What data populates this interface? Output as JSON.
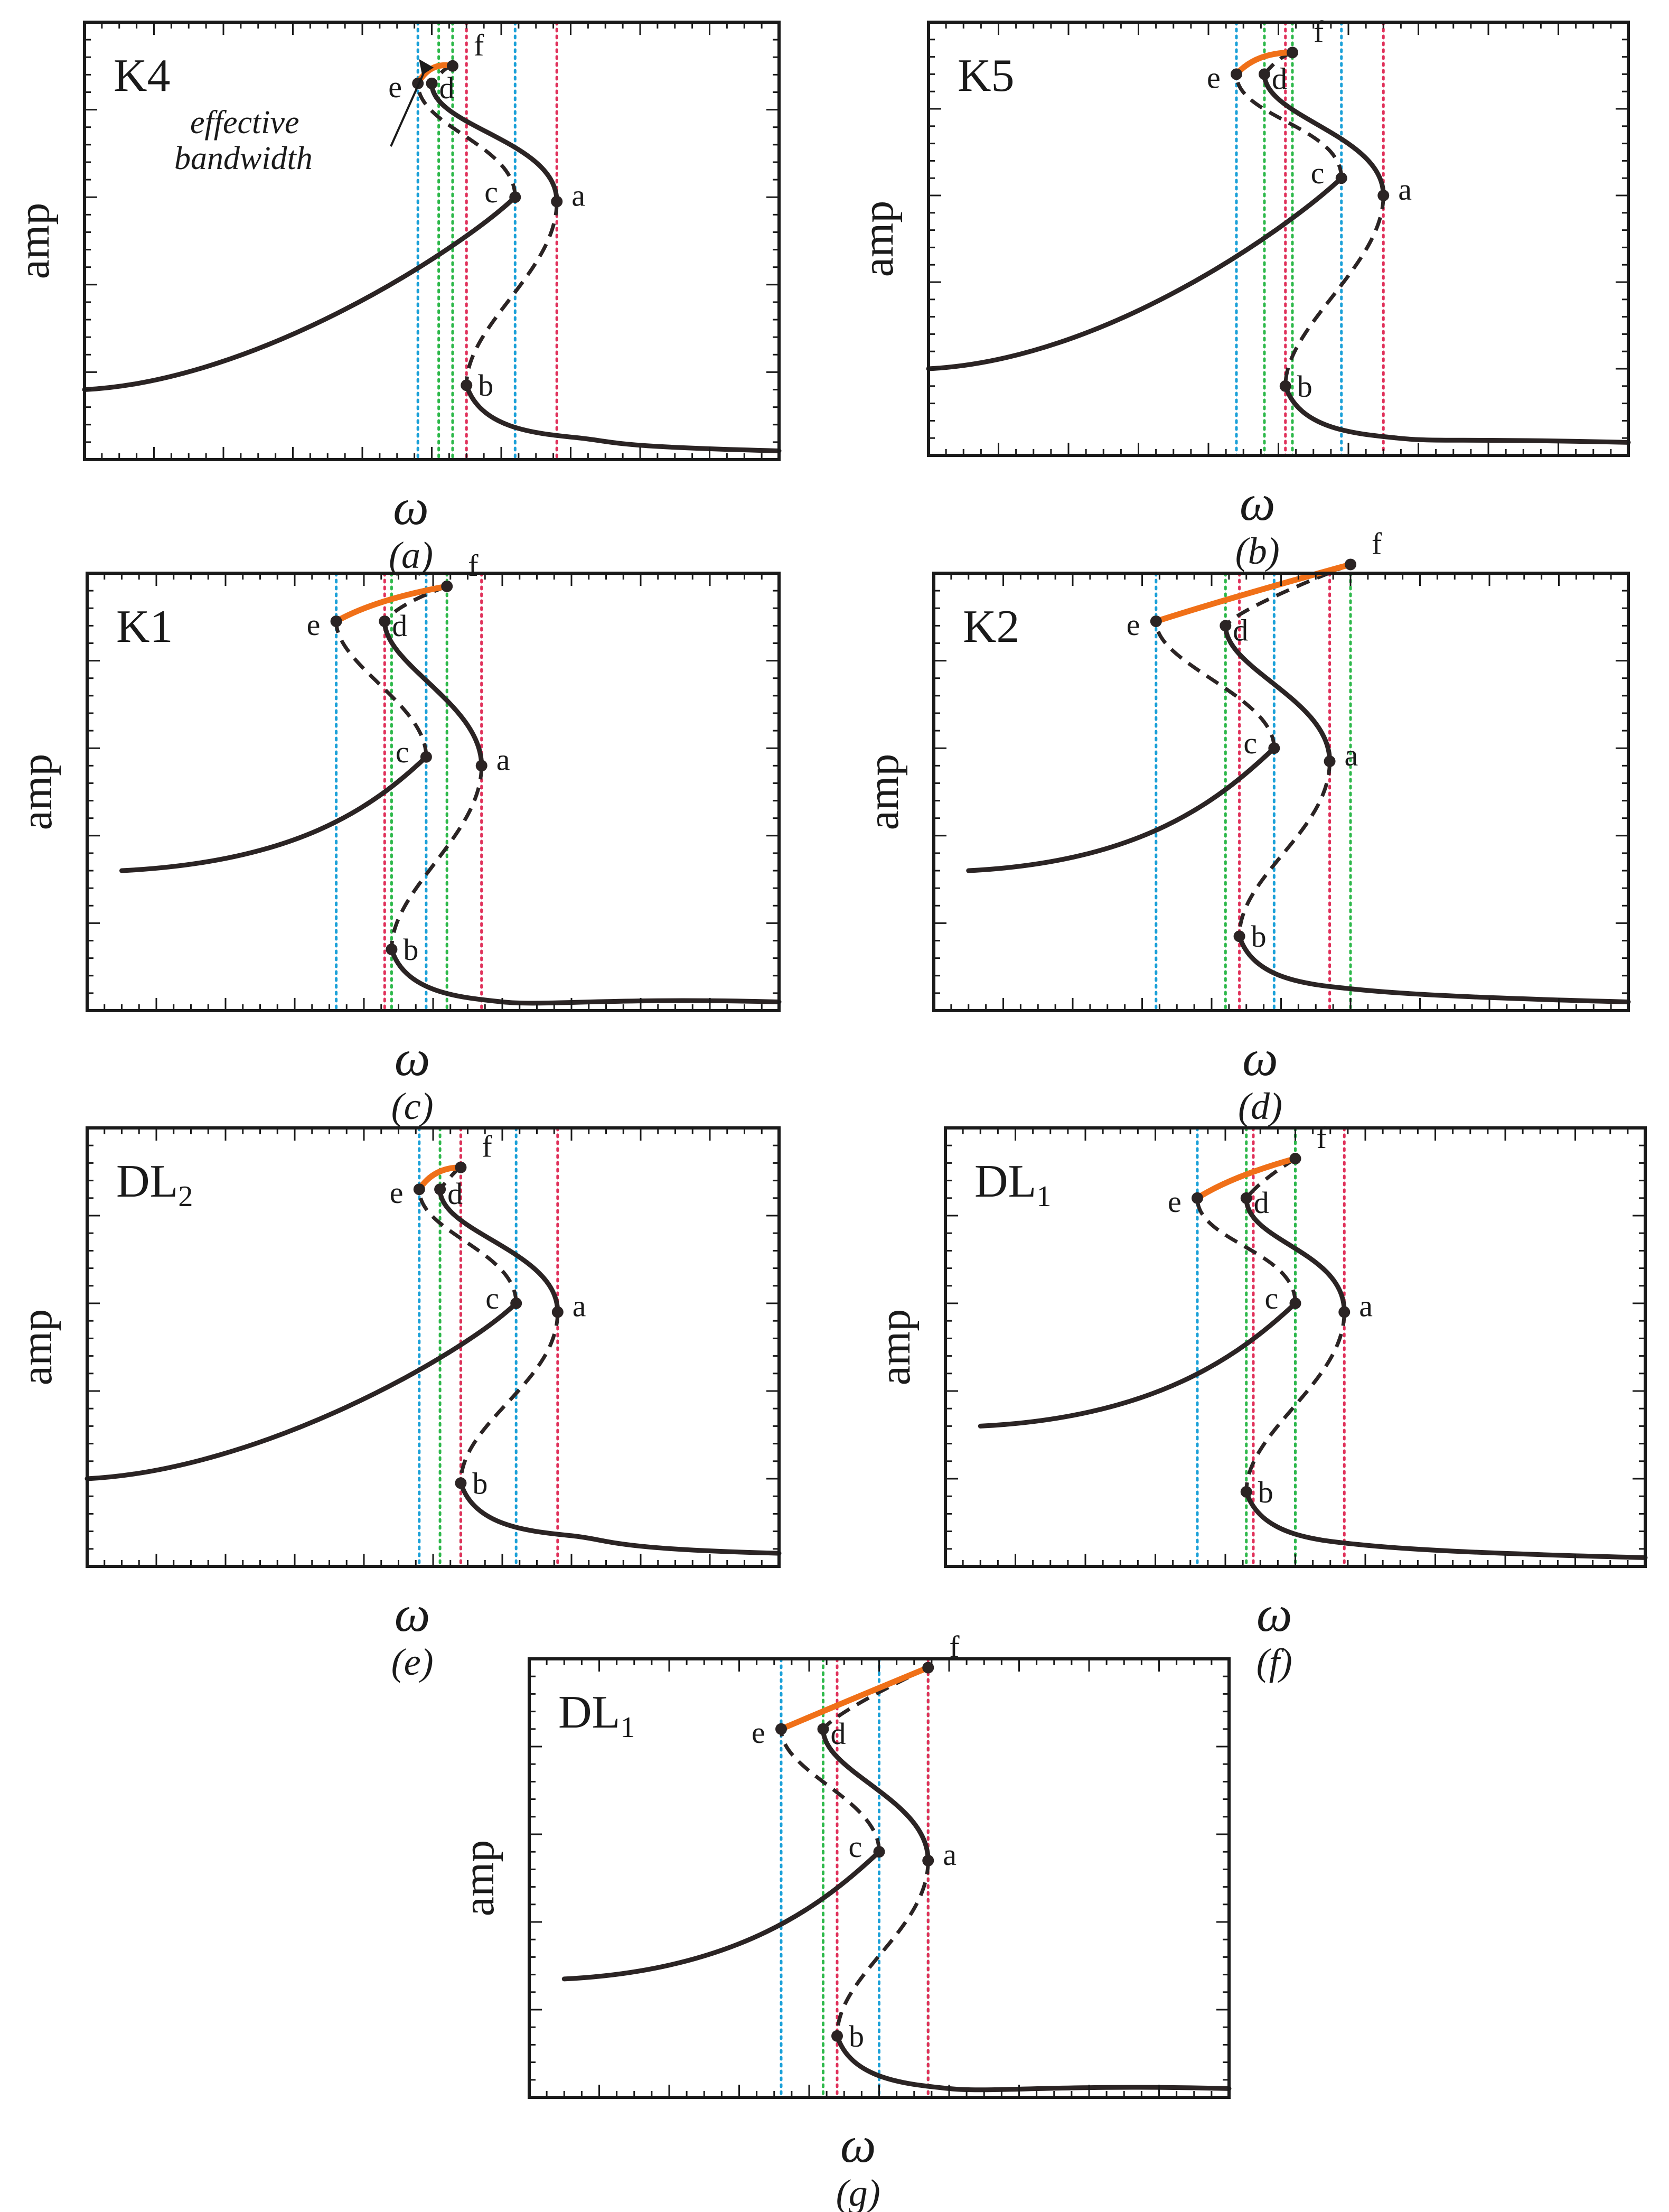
{
  "figure": {
    "panels": [
      {
        "id": "a",
        "sublabel": "(a)",
        "label_main": "K4",
        "label_sub": "",
        "ylabel": "amp",
        "xlabel": "ω",
        "annotation": "effective bandwidth"
      },
      {
        "id": "b",
        "sublabel": "(b)",
        "label_main": "K5",
        "label_sub": "",
        "ylabel": "amp",
        "xlabel": "ω"
      },
      {
        "id": "c",
        "sublabel": "(c)",
        "label_main": "K1",
        "label_sub": "",
        "ylabel": "amp",
        "xlabel": "ω"
      },
      {
        "id": "d",
        "sublabel": "(d)",
        "label_main": "K2",
        "label_sub": "",
        "ylabel": "amp",
        "xlabel": "ω"
      },
      {
        "id": "e",
        "sublabel": "(e)",
        "label_main": "DL",
        "label_sub": "2",
        "ylabel": "amp",
        "xlabel": "ω"
      },
      {
        "id": "f",
        "sublabel": "(f)",
        "label_main": "DL",
        "label_sub": "1",
        "ylabel": "amp",
        "xlabel": "ω"
      },
      {
        "id": "g",
        "sublabel": "(g)",
        "label_main": "DL",
        "label_sub": "1",
        "ylabel": "amp",
        "xlabel": "ω"
      }
    ],
    "point_names": [
      "a",
      "b",
      "c",
      "d",
      "e",
      "f"
    ]
  },
  "colors": {
    "stable": "#2b2424",
    "unstable": "#2b2424",
    "effective_bandwidth": "#f07018",
    "vline_blue": "#1aa0d8",
    "vline_green": "#2db84a",
    "vline_red": "#e0305a",
    "frame": "#1a1a1a"
  },
  "chart_data": [
    {
      "type": "line",
      "panel": "a",
      "xlim": [
        0,
        1
      ],
      "ylim": [
        0,
        1
      ],
      "points": {
        "a": [
          0.68,
          0.59
        ],
        "b": [
          0.55,
          0.17
        ],
        "c": [
          0.62,
          0.6
        ],
        "d": [
          0.5,
          0.86
        ],
        "e": [
          0.48,
          0.86
        ],
        "f": [
          0.53,
          0.9
        ]
      },
      "start": [
        0.0,
        0.16
      ],
      "end": [
        1.0,
        0.02
      ],
      "vlines": [
        {
          "x": 0.48,
          "color": "blue"
        },
        {
          "x": 0.51,
          "color": "green"
        },
        {
          "x": 0.53,
          "color": "green"
        },
        {
          "x": 0.55,
          "color": "red"
        },
        {
          "x": 0.62,
          "color": "blue"
        },
        {
          "x": 0.68,
          "color": "red"
        }
      ]
    },
    {
      "type": "line",
      "panel": "b",
      "xlim": [
        0,
        1
      ],
      "ylim": [
        0,
        1
      ],
      "points": {
        "a": [
          0.65,
          0.6
        ],
        "b": [
          0.51,
          0.16
        ],
        "c": [
          0.59,
          0.64
        ],
        "d": [
          0.48,
          0.88
        ],
        "e": [
          0.44,
          0.88
        ],
        "f": [
          0.52,
          0.93
        ]
      },
      "start": [
        0.0,
        0.2
      ],
      "end": [
        1.0,
        0.03
      ],
      "vlines": [
        {
          "x": 0.44,
          "color": "blue"
        },
        {
          "x": 0.48,
          "color": "green"
        },
        {
          "x": 0.51,
          "color": "red"
        },
        {
          "x": 0.52,
          "color": "green"
        },
        {
          "x": 0.59,
          "color": "blue"
        },
        {
          "x": 0.65,
          "color": "red"
        }
      ]
    },
    {
      "type": "line",
      "panel": "c",
      "xlim": [
        0,
        1
      ],
      "ylim": [
        0,
        1
      ],
      "points": {
        "a": [
          0.57,
          0.56
        ],
        "b": [
          0.44,
          0.14
        ],
        "c": [
          0.49,
          0.58
        ],
        "d": [
          0.43,
          0.89
        ],
        "e": [
          0.36,
          0.89
        ],
        "f": [
          0.52,
          0.97
        ]
      },
      "start": [
        0.05,
        0.32
      ],
      "end": [
        1.0,
        0.02
      ],
      "vlines": [
        {
          "x": 0.36,
          "color": "blue"
        },
        {
          "x": 0.43,
          "color": "red"
        },
        {
          "x": 0.44,
          "color": "green"
        },
        {
          "x": 0.49,
          "color": "blue"
        },
        {
          "x": 0.52,
          "color": "green"
        },
        {
          "x": 0.57,
          "color": "red"
        }
      ]
    },
    {
      "type": "line",
      "panel": "d",
      "xlim": [
        0,
        1
      ],
      "ylim": [
        0,
        1
      ],
      "points": {
        "a": [
          0.57,
          0.57
        ],
        "b": [
          0.44,
          0.17
        ],
        "c": [
          0.49,
          0.6
        ],
        "d": [
          0.42,
          0.88
        ],
        "e": [
          0.32,
          0.89
        ],
        "f": [
          0.6,
          1.02
        ]
      },
      "start": [
        0.05,
        0.32
      ],
      "end": [
        1.0,
        0.02
      ],
      "vlines": [
        {
          "x": 0.32,
          "color": "blue"
        },
        {
          "x": 0.42,
          "color": "green"
        },
        {
          "x": 0.44,
          "color": "red"
        },
        {
          "x": 0.49,
          "color": "blue"
        },
        {
          "x": 0.57,
          "color": "red"
        },
        {
          "x": 0.6,
          "color": "green"
        }
      ]
    },
    {
      "type": "line",
      "panel": "e",
      "xlim": [
        0,
        1
      ],
      "ylim": [
        0,
        1
      ],
      "points": {
        "a": [
          0.68,
          0.58
        ],
        "b": [
          0.54,
          0.19
        ],
        "c": [
          0.62,
          0.6
        ],
        "d": [
          0.51,
          0.86
        ],
        "e": [
          0.48,
          0.86
        ],
        "f": [
          0.54,
          0.91
        ]
      },
      "start": [
        0.0,
        0.2
      ],
      "end": [
        1.0,
        0.03
      ],
      "vlines": [
        {
          "x": 0.48,
          "color": "blue"
        },
        {
          "x": 0.51,
          "color": "green"
        },
        {
          "x": 0.54,
          "color": "green"
        },
        {
          "x": 0.54,
          "color": "red"
        },
        {
          "x": 0.62,
          "color": "blue"
        },
        {
          "x": 0.68,
          "color": "red"
        }
      ]
    },
    {
      "type": "line",
      "panel": "f",
      "xlim": [
        0,
        1
      ],
      "ylim": [
        0,
        1
      ],
      "points": {
        "a": [
          0.57,
          0.58
        ],
        "b": [
          0.43,
          0.17
        ],
        "c": [
          0.5,
          0.6
        ],
        "d": [
          0.43,
          0.84
        ],
        "e": [
          0.36,
          0.84
        ],
        "f": [
          0.5,
          0.93
        ]
      },
      "start": [
        0.05,
        0.32
      ],
      "end": [
        1.0,
        0.02
      ],
      "vlines": [
        {
          "x": 0.36,
          "color": "blue"
        },
        {
          "x": 0.43,
          "color": "green"
        },
        {
          "x": 0.44,
          "color": "red"
        },
        {
          "x": 0.5,
          "color": "blue"
        },
        {
          "x": 0.5,
          "color": "green"
        },
        {
          "x": 0.57,
          "color": "red"
        }
      ]
    },
    {
      "type": "line",
      "panel": "g",
      "xlim": [
        0,
        1
      ],
      "ylim": [
        0,
        1
      ],
      "points": {
        "a": [
          0.57,
          0.54
        ],
        "b": [
          0.44,
          0.14
        ],
        "c": [
          0.5,
          0.56
        ],
        "d": [
          0.42,
          0.84
        ],
        "e": [
          0.36,
          0.84
        ],
        "f": [
          0.57,
          0.98
        ]
      },
      "start": [
        0.05,
        0.27
      ],
      "end": [
        1.0,
        0.02
      ],
      "vlines": [
        {
          "x": 0.36,
          "color": "blue"
        },
        {
          "x": 0.42,
          "color": "green"
        },
        {
          "x": 0.44,
          "color": "red"
        },
        {
          "x": 0.5,
          "color": "blue"
        },
        {
          "x": 0.57,
          "color": "green"
        },
        {
          "x": 0.57,
          "color": "red"
        }
      ]
    }
  ]
}
